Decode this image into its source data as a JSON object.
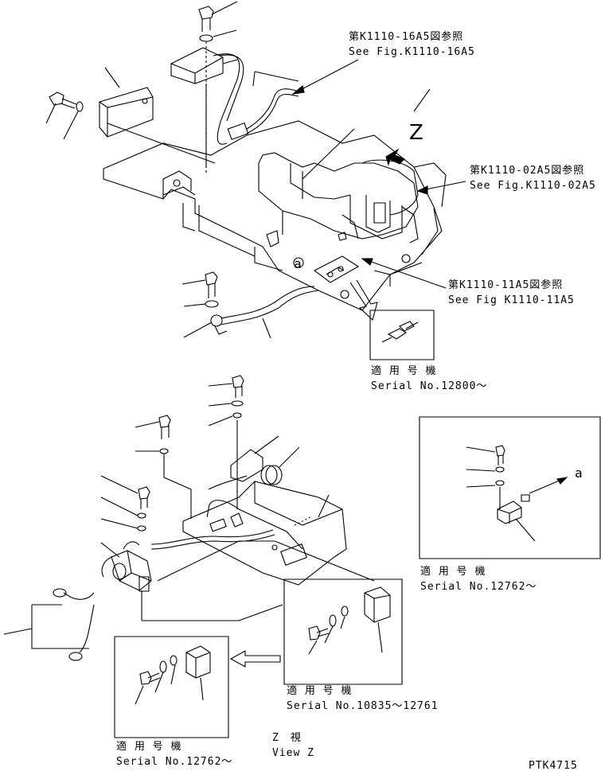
{
  "refs": {
    "ref_16a5": {
      "jp": "第K1110-16A5図参照",
      "en": "See Fig.K1110-16A5"
    },
    "ref_02a5": {
      "jp": "第K1110-02A5図参照",
      "en": "See Fig.K1110-02A5"
    },
    "ref_11a5": {
      "jp": "第K1110-11A5図参照",
      "en": "See Fig K1110-11A5"
    }
  },
  "view_marker": "Z",
  "point_a": "a",
  "insets": {
    "serial_12800": {
      "jp": "適 用 号 機",
      "en": "Serial No.12800～"
    },
    "serial_12762_right": {
      "jp": "適 用 号 機",
      "en": "Serial No.12762～"
    },
    "serial_10835": {
      "jp": "適 用 号 機",
      "en": "Serial No.10835～12761"
    },
    "serial_12762_bottom": {
      "jp": "適 用 号 機",
      "en": "Serial No.12762～"
    }
  },
  "view_z": {
    "jp": "Z　視",
    "en": "View Z"
  },
  "drawing_code": "PTK4715"
}
